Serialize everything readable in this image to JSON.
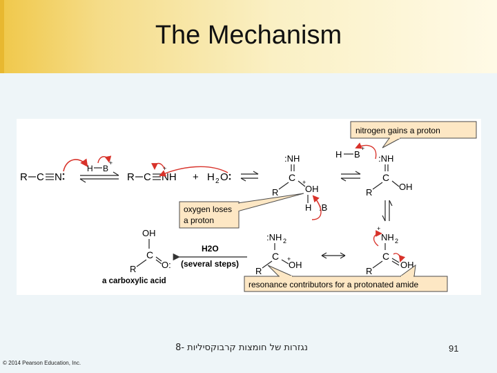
{
  "slide": {
    "title": "The Mechanism",
    "footer_text": "נגזרות של חומצות קרבוקסיליות -8",
    "page_number": "91",
    "copyright": "© 2014 Pearson Education, Inc."
  },
  "figure": {
    "callouts": {
      "nitrogen": "nitrogen gains a proton",
      "oxygen_line1": "oxygen loses",
      "oxygen_line2": "a proton",
      "resonance": "resonance contributors for a protonated amide"
    },
    "reagent_water": "H2O",
    "reagent_steps": "(several steps)",
    "product_label": "a carboxylic acid",
    "callout_fill": "#fde7c4",
    "callout_stroke": "#4a4a4a",
    "arrow_color": "#d8322a"
  }
}
